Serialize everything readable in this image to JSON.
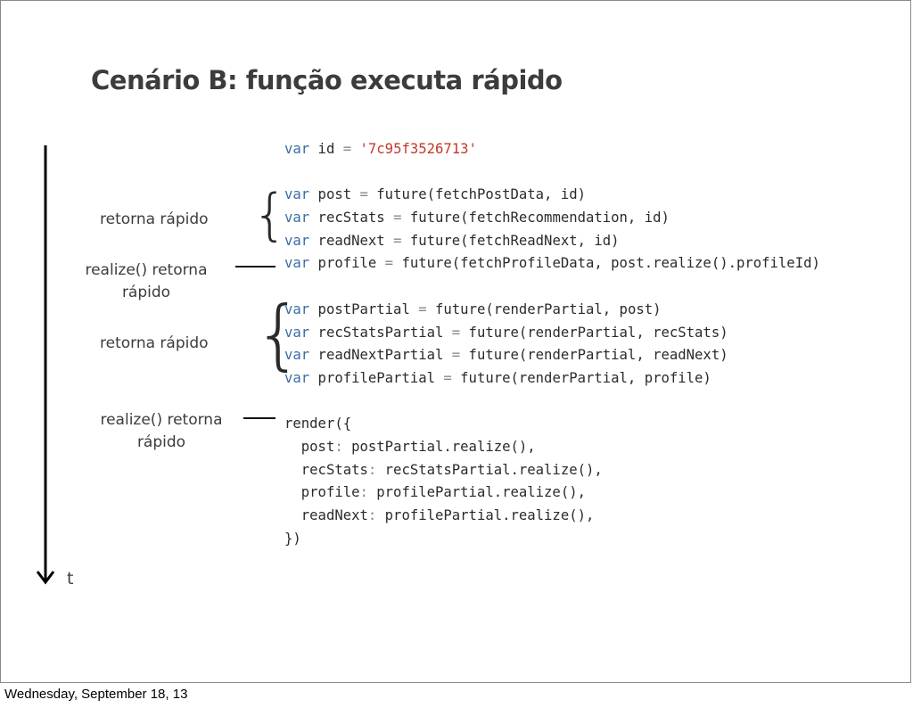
{
  "slide": {
    "title": "Cenário B: função executa rápido",
    "time_label": "t",
    "annotations": [
      "retorna rápido",
      "realize() retorna\nrápido",
      "retorna rápido",
      "realize() retorna\nrápido"
    ],
    "code": {
      "line1": {
        "kw": "var",
        "id": " id ",
        "op": "=",
        "str": " '7c95f3526713'"
      },
      "line2": {
        "kw": "var",
        "id": " post ",
        "op": "=",
        "rest": " future(fetchPostData, id)"
      },
      "line3": {
        "kw": "var",
        "id": " recStats ",
        "op": "=",
        "rest": " future(fetchRecommendation, id)"
      },
      "line4": {
        "kw": "var",
        "id": " readNext ",
        "op": "=",
        "rest": " future(fetchReadNext, id)"
      },
      "line5": {
        "kw": "var",
        "id": " profile ",
        "op": "=",
        "rest": " future(fetchProfileData, post.realize().profileId)"
      },
      "line6": {
        "kw": "var",
        "id": " postPartial ",
        "op": "=",
        "rest": " future(renderPartial, post)"
      },
      "line7": {
        "kw": "var",
        "id": " recStatsPartial ",
        "op": "=",
        "rest": " future(renderPartial, recStats)"
      },
      "line8": {
        "kw": "var",
        "id": " readNextPartial ",
        "op": "=",
        "rest": " future(renderPartial, readNext)"
      },
      "line9": {
        "kw": "var",
        "id": " profilePartial ",
        "op": "=",
        "rest": " future(renderPartial, profile)"
      },
      "line10": {
        "text": "render({"
      },
      "line11": {
        "key": "  post",
        "op": ":",
        "rest": " postPartial.realize(),"
      },
      "line12": {
        "key": "  recStats",
        "op": ":",
        "rest": " recStatsPartial.realize(),"
      },
      "line13": {
        "key": "  profile",
        "op": ":",
        "rest": " profilePartial.realize(),"
      },
      "line14": {
        "key": "  readNext",
        "op": ":",
        "rest": " profilePartial.realize(),"
      },
      "line15": {
        "text": "})"
      }
    }
  },
  "footer": {
    "date": "Wednesday, September 18, 13"
  },
  "colors": {
    "keyword": "#3a6ea5",
    "string": "#c0392b",
    "operator": "#888888",
    "text": "#3c3c3c"
  }
}
